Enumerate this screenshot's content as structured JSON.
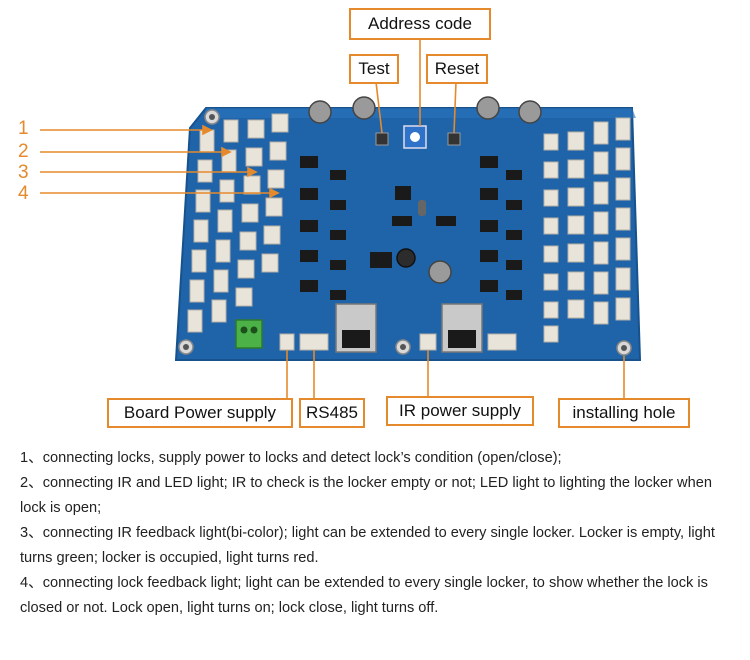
{
  "labels": {
    "address_code": "Address code",
    "test": "Test",
    "reset": "Reset",
    "board_power_supply": "Board Power supply",
    "rs485": "RS485",
    "ir_power_supply": "IR power supply",
    "installing_hole": "installing hole"
  },
  "numbers": [
    "1",
    "2",
    "3",
    "4"
  ],
  "descriptions": [
    "1、connecting locks, supply power to locks and detect lock’s condition (open/close);",
    "2、connecting IR and LED light; IR to check is the locker empty or not; LED light to lighting the locker when lock is open;",
    "3、connecting IR feedback light(bi-color); light can be extended to every single locker. Locker is empty, light turns green; locker is occupied, light turns red.",
    "4、connecting lock feedback light; light can be extended to every single locker, to show whether the lock is closed or not. Lock open, light turns on; lock close, light turns off."
  ],
  "colors": {
    "accent": "#e58a2c",
    "board": "#1f63a8",
    "connector": "#e9e4da"
  }
}
